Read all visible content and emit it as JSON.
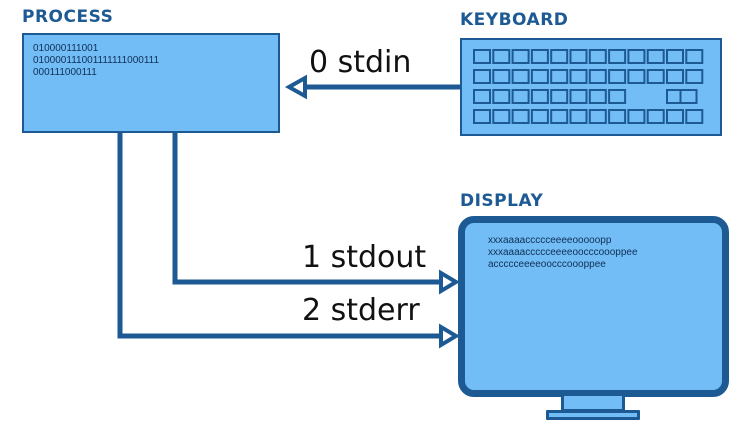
{
  "process": {
    "heading": "PROCESS",
    "lines": [
      "010000111001",
      "010000111001111111000111",
      "000111000111"
    ]
  },
  "keyboard": {
    "heading": "KEYBOARD"
  },
  "display": {
    "heading": "DISPLAY",
    "lines": [
      "xxxaaaaccccceeeeooooopp",
      "xxxaaaaccccceeeeoocccoooppee",
      "accccceeeeoocccoooppee"
    ]
  },
  "streams": {
    "stdin": "0 stdin",
    "stdout": "1 stdout",
    "stderr": "2 stderr"
  },
  "colors": {
    "box_fill": "#72bdf6",
    "outline": "#1d5a94",
    "heading": "#1d5a94"
  },
  "icons": [
    "keyboard-key-icon",
    "monitor-stand-icon",
    "arrow-head-icon"
  ]
}
